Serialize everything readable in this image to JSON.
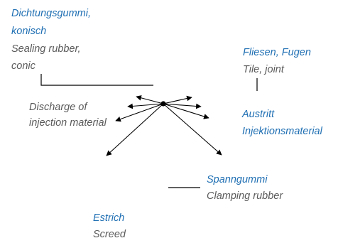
{
  "colors": {
    "german": "#1f6fb3",
    "english": "#5a5a5a",
    "lines": "#000000"
  },
  "labels": {
    "sealing_rubber": {
      "de_line1": "Dichtungsgummi,",
      "de_line2": "konisch",
      "en_line1": "Sealing rubber,",
      "en_line2": "conic"
    },
    "tile_joint": {
      "de": "Fliesen, Fugen",
      "en": "Tile, joint"
    },
    "discharge_en": {
      "line1": "Discharge of",
      "line2": "injection material"
    },
    "discharge_de": {
      "line1": "Austritt",
      "line2": "Injektionsmaterial"
    },
    "clamping_rubber": {
      "de": "Spanngummi",
      "en": "Clamping rubber"
    },
    "screed": {
      "de": "Estrich",
      "en": "Screed"
    }
  }
}
